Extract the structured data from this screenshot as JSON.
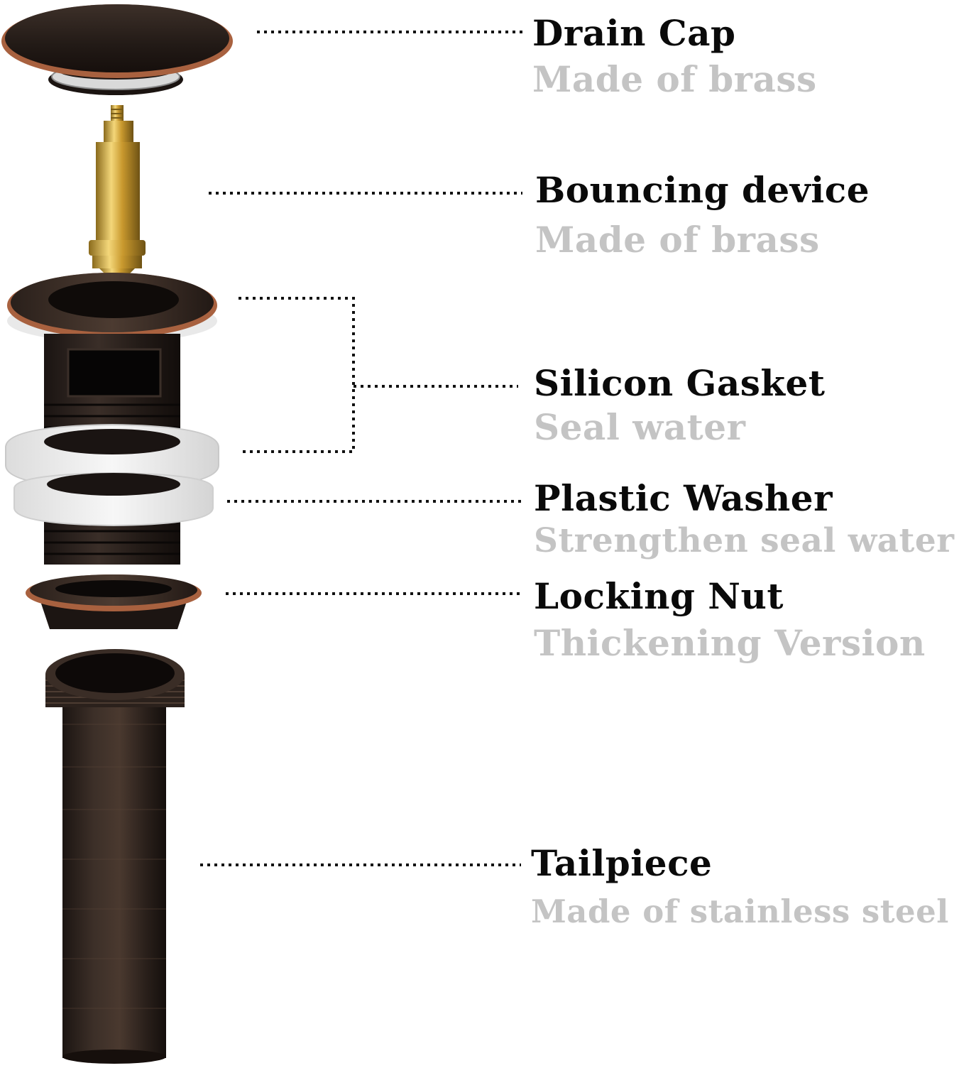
{
  "colors": {
    "title": "#0a0a0a",
    "subtitle": "#c4c4c4",
    "leader": "#111111",
    "bronze_dark": "#2b211c",
    "bronze_mid": "#4a3a30",
    "copper_edge": "#a8613f",
    "brass": "#d8b24a",
    "white_part": "#f1f1f1"
  },
  "parts": [
    {
      "id": "drain-cap",
      "title": "Drain Cap",
      "subtitle": "Made of brass"
    },
    {
      "id": "bouncing-device",
      "title": "Bouncing device",
      "subtitle": "Made of brass"
    },
    {
      "id": "silicon-gasket",
      "title": "Silicon Gasket",
      "subtitle": "Seal water"
    },
    {
      "id": "plastic-washer",
      "title": "Plastic Washer",
      "subtitle": "Strengthen seal water"
    },
    {
      "id": "locking-nut",
      "title": "Locking Nut",
      "subtitle": "Thickening Version"
    },
    {
      "id": "tailpiece",
      "title": "Tailpiece",
      "subtitle": "Made of stainless steel"
    }
  ]
}
